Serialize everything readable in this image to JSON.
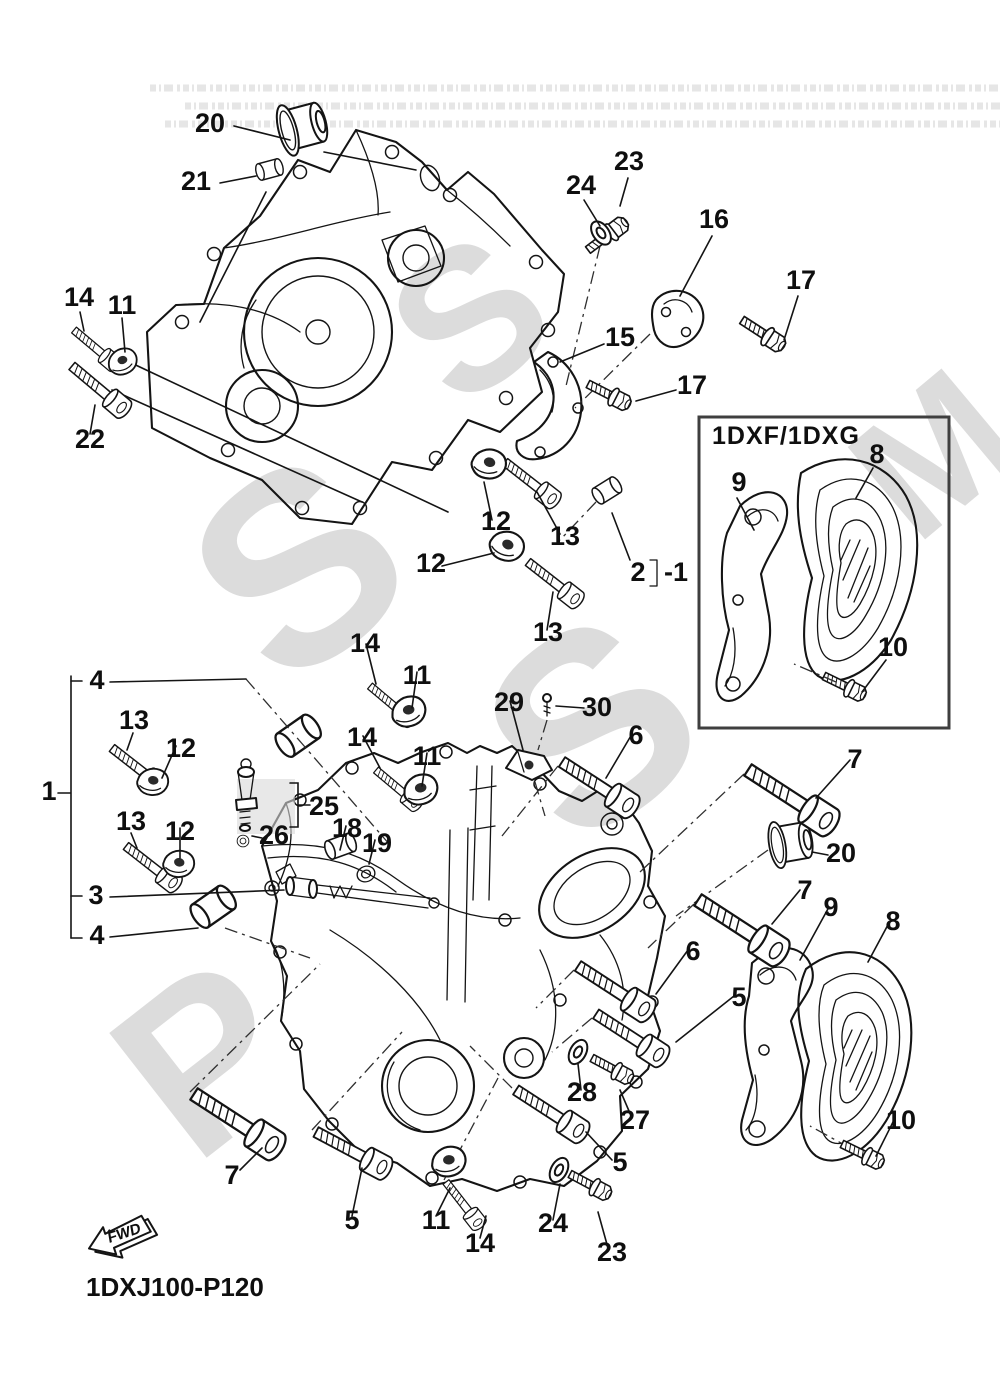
{
  "page": {
    "background": "#ffffff",
    "line_color": "#141414",
    "watermark_color": "#dcdcdc",
    "inset_border_color": "#3f3f3f"
  },
  "diagram": {
    "part_code": "1DXJ100-P120",
    "fwd_label": "FWD",
    "inset_title": "1DXF/1DXG"
  },
  "watermark": {
    "letters": [
      "S",
      "S",
      "P",
      "M",
      "S"
    ]
  },
  "callouts": [
    {
      "label": "20"
    },
    {
      "label": "21"
    },
    {
      "label": "24"
    },
    {
      "label": "23"
    },
    {
      "label": "16"
    },
    {
      "label": "17"
    },
    {
      "label": "15"
    },
    {
      "label": "17"
    },
    {
      "label": "14"
    },
    {
      "label": "11"
    },
    {
      "label": "22"
    },
    {
      "label": "12"
    },
    {
      "label": "13"
    },
    {
      "label": "2"
    },
    {
      "label": "-1"
    },
    {
      "label": "12"
    },
    {
      "label": "13"
    },
    {
      "label": "14"
    },
    {
      "label": "11"
    },
    {
      "label": "14"
    },
    {
      "label": "11"
    },
    {
      "label": "29"
    },
    {
      "label": "30"
    },
    {
      "label": "6"
    },
    {
      "label": "7"
    },
    {
      "label": "20"
    },
    {
      "label": "7"
    },
    {
      "label": "9"
    },
    {
      "label": "8"
    },
    {
      "label": "6"
    },
    {
      "label": "5"
    },
    {
      "label": "28"
    },
    {
      "label": "27"
    },
    {
      "label": "5"
    },
    {
      "label": "24"
    },
    {
      "label": "23"
    },
    {
      "label": "10"
    },
    {
      "label": "7"
    },
    {
      "label": "5"
    },
    {
      "label": "11"
    },
    {
      "label": "14"
    },
    {
      "label": "13"
    },
    {
      "label": "12"
    },
    {
      "label": "13"
    },
    {
      "label": "12"
    },
    {
      "label": "25"
    },
    {
      "label": "26"
    },
    {
      "label": "18"
    },
    {
      "label": "19"
    },
    {
      "label": "3"
    },
    {
      "label": "4"
    },
    {
      "label": "4"
    },
    {
      "label": "1"
    },
    {
      "label": "9"
    },
    {
      "label": "8"
    },
    {
      "label": "10"
    }
  ]
}
